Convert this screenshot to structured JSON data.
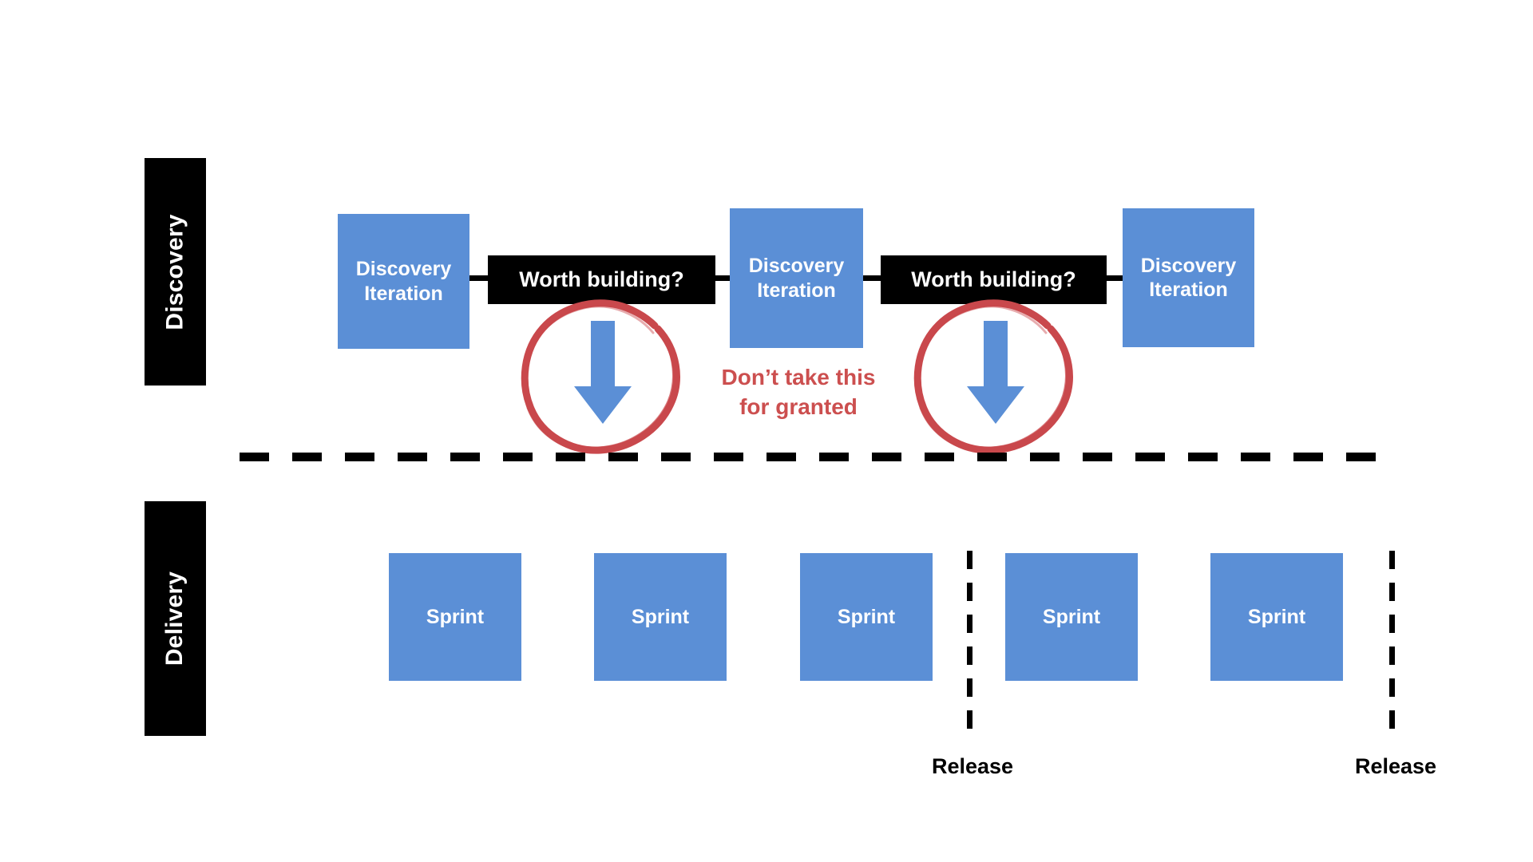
{
  "colors": {
    "blue": "#5B8FD6",
    "black": "#000000",
    "red": "#CC4F4F",
    "white": "#FFFFFF",
    "background": "#FFFFFF"
  },
  "lanes": [
    {
      "label": "Discovery"
    },
    {
      "label": "Delivery"
    }
  ],
  "discovery_row": {
    "iteration_label_line1": "Discovery",
    "iteration_label_line2": "Iteration",
    "iterations": [
      {
        "label": "Discovery Iteration"
      },
      {
        "label": "Discovery Iteration"
      },
      {
        "label": "Discovery Iteration"
      }
    ],
    "gates": [
      {
        "label": "Worth building?"
      },
      {
        "label": "Worth building?"
      }
    ]
  },
  "annotation": {
    "line1": "Don’t take this",
    "line2": "for granted",
    "color": "#CC4F4F"
  },
  "delivery_row": {
    "sprints": [
      {
        "label": "Sprint"
      },
      {
        "label": "Sprint"
      },
      {
        "label": "Sprint"
      },
      {
        "label": "Sprint"
      },
      {
        "label": "Sprint"
      }
    ],
    "releases": [
      {
        "label": "Release"
      },
      {
        "label": "Release"
      }
    ]
  },
  "arrows": [
    {
      "name": "discovery-to-delivery-arrow-1",
      "direction": "down"
    },
    {
      "name": "discovery-to-delivery-arrow-2",
      "direction": "down"
    }
  ],
  "highlights": [
    {
      "name": "red-circle-1",
      "shape": "hand-drawn-circle"
    },
    {
      "name": "red-circle-2",
      "shape": "hand-drawn-circle"
    }
  ]
}
